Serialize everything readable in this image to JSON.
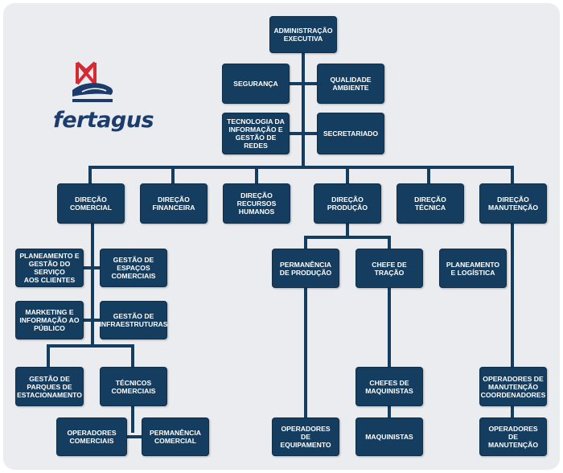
{
  "brand": {
    "name": "fertagus",
    "colors": {
      "mark_red": "#d42a34",
      "mark_navy": "#1c3c6e",
      "text": "#1c3c6e"
    },
    "icon": "fertagus-train-logo"
  },
  "colors": {
    "box": "#153d5f",
    "line": "#153d5f",
    "panel": "#eaecef"
  },
  "nodes": {
    "admin": "ADMINISTRAÇÃO\nEXECUTIVA",
    "seguranca": "SEGURANÇA",
    "qualidade": "QUALIDADE\nAMBIENTE",
    "tecnologia": "TECNOLOGIA DA\nINFORMAÇÃO E\nGESTÃO DE REDES",
    "secretariado": "SECRETARIADO",
    "dir_comercial": "DIREÇÃO\nCOMERCIAL",
    "dir_financeira": "DIREÇÃO\nFINANCEIRA",
    "dir_rh": "DIREÇÃO\nRECURSOS\nHUMANOS",
    "dir_producao": "DIREÇÃO\nPRODUÇÃO",
    "dir_tecnica": "DIREÇÃO\nTÉCNICA",
    "dir_manutencao": "DIREÇÃO\nMANUTENÇÃO",
    "planeamento_servico": "PLANEAMENTO E\nGESTÃO DO SERVIÇO\nAOS CLIENTES",
    "gestao_espacos": "GESTÃO DE\nESPAÇOS\nCOMERCIAIS",
    "marketing": "MARKETING E\nINFORMAÇÃO AO\nPÚBLICO",
    "gestao_infra": "GESTÃO DE\nINFRAESTRUTURAS",
    "gestao_parques": "GESTÃO DE\nPARQUES DE\nESTACIONAMENTO",
    "tecnicos_comerciais": "TÉCNICOS\nCOMERCIAIS",
    "operadores_comerciais": "OPERADORES\nCOMERCIAIS",
    "permanencia_comercial": "PERMANÊNCIA\nCOMERCIAL",
    "permanencia_producao": "PERMANÊNCIA\nDE PRODUÇÃO",
    "chefe_tracao": "CHEFE DE\nTRAÇÃO",
    "chefes_maquinistas": "CHEFES DE\nMAQUINISTAS",
    "operadores_equipamento": "OPERADORES\nDE EQUIPAMENTO",
    "maquinistas": "MAQUINISTAS",
    "planeamento_logistica": "PLANEAMENTO\nE LOGÍSTICA",
    "operadores_manutencao_coord": "OPERADORES DE\nMANUTENÇÃO\nCOORDENADORES",
    "operadores_manutencao": "OPERADORES DE\nMANUTENÇÃO"
  }
}
